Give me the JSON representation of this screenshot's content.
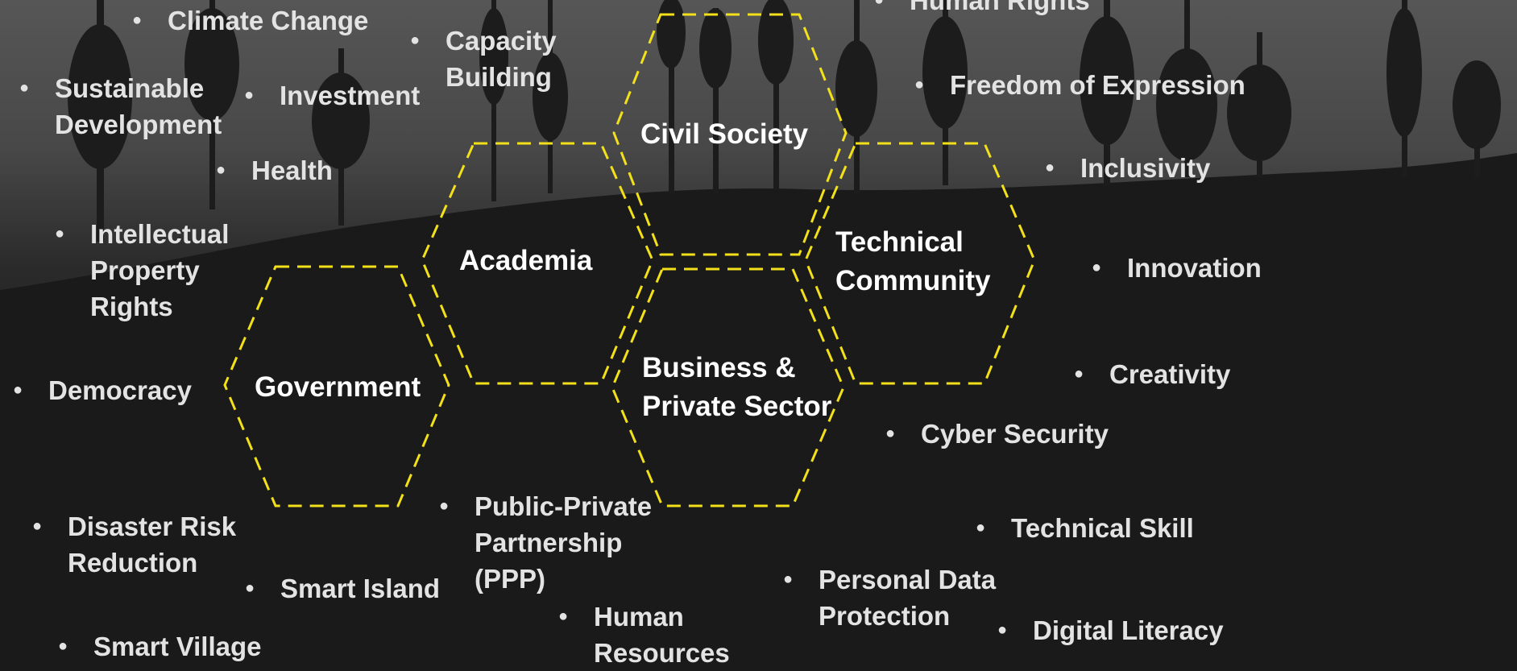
{
  "sectors": {
    "civil_society": "Civil Society",
    "academia": "Academia",
    "technical_community": "Technical\nCommunity",
    "government": "Government",
    "business": "Business &\nPrivate Sector"
  },
  "topics": {
    "climate_change": "Climate Change",
    "capacity_building": "Capacity\nBuilding",
    "human_rights": "Human Rights",
    "sustainable_development": "Sustainable\nDevelopment",
    "investment": "Investment",
    "freedom_of_expression": "Freedom of Expression",
    "health": "Health",
    "inclusivity": "Inclusivity",
    "intellectual_property_rights": "Intellectual\nProperty\nRights",
    "innovation": "Innovation",
    "democracy": "Democracy",
    "creativity": "Creativity",
    "cyber_security": "Cyber Security",
    "public_private_partnership": "Public-Private\nPartnership\n(PPP)",
    "disaster_risk_reduction": "Disaster Risk\nReduction",
    "technical_skill": "Technical Skill",
    "smart_island": "Smart Island",
    "personal_data_protection": "Personal Data\nProtection",
    "human_resources": "Human\nResources",
    "digital_literacy": "Digital Literacy",
    "smart_village": "Smart Village"
  },
  "colors": {
    "hexagon_outline": "#f2e01a",
    "topic_text": "#e3e3e3",
    "sector_text": "#ffffff"
  }
}
